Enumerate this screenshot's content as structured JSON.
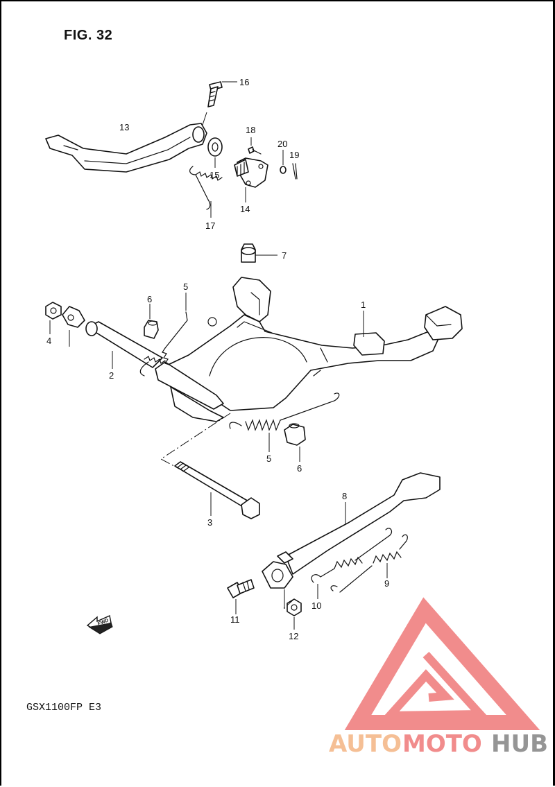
{
  "figure": {
    "title": "FIG. 32",
    "model": "GSX1100FP  E3"
  },
  "fwd_badge": "FWD",
  "watermark": {
    "part1": "AUTO",
    "part2": "MOTO",
    "part3": "HUB",
    "color_light": "#f4b98a",
    "color_red": "#f08080",
    "color_grey": "#8a8a8a"
  },
  "callouts": {
    "c1": "1",
    "c2": "2",
    "c3": "3",
    "c4": "4",
    "c5a": "5",
    "c5b": "5",
    "c6a": "6",
    "c6b": "6",
    "c7": "7",
    "c8": "8",
    "c9": "9",
    "c10": "10",
    "c11": "11",
    "c12": "12",
    "c13": "13",
    "c14": "14",
    "c15": "15",
    "c16": "16",
    "c17": "17",
    "c18": "18",
    "c19": "19",
    "c20": "20"
  }
}
